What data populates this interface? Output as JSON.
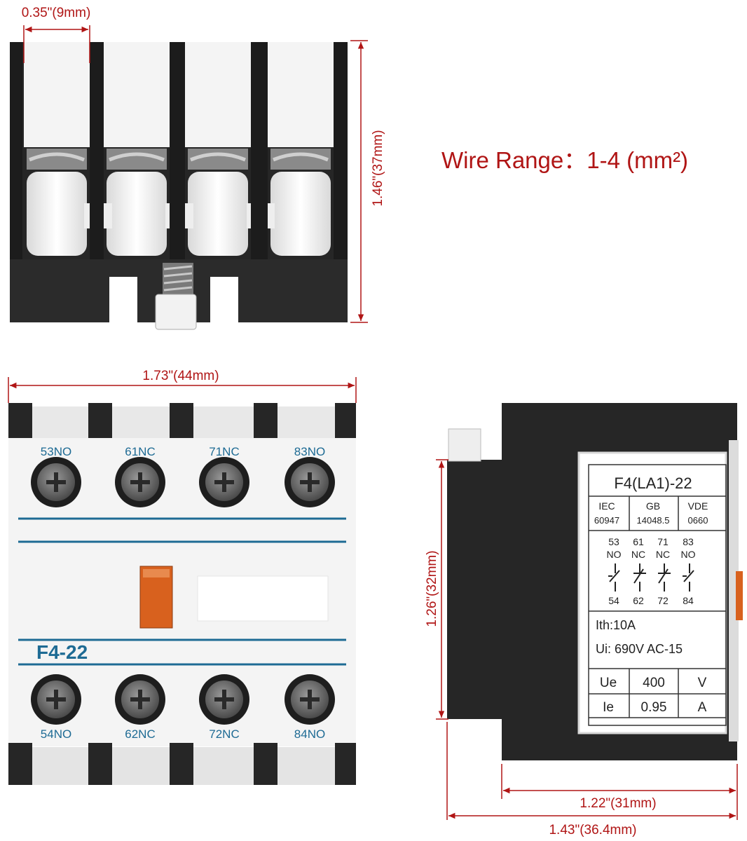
{
  "colors": {
    "dimension": "#b01515",
    "title": "#b01515",
    "terminal_label": "#1e6b94",
    "body_black": "#262626",
    "body_white": "#f2f2f2",
    "indicator": "#d8611e"
  },
  "wire_range": "Wire Range：1-4 (mm²)",
  "top_view": {
    "width_dim": "0.35\"(9mm)",
    "height_dim": "1.46\"(37mm)"
  },
  "front_view": {
    "width_dim": "1.73\"(44mm)",
    "model": "F4-22",
    "top_terminals": [
      "53NO",
      "61NC",
      "71NC",
      "83NO"
    ],
    "bottom_terminals": [
      "54NO",
      "62NC",
      "72NC",
      "84NO"
    ]
  },
  "side_view": {
    "height_dim": "1.26\"(32mm)",
    "width_dim_inner": "1.22\"(31mm)",
    "width_dim_outer": "1.43\"(36.4mm)",
    "nameplate": {
      "model": "F4(LA1)-22",
      "standards": [
        {
          "name": "IEC",
          "code": "60947"
        },
        {
          "name": "GB",
          "code": "14048.5"
        },
        {
          "name": "VDE",
          "code": "0660"
        }
      ],
      "contacts": [
        {
          "top": "53",
          "type": "NO",
          "bottom": "54"
        },
        {
          "top": "61",
          "type": "NC",
          "bottom": "62"
        },
        {
          "top": "71",
          "type": "NC",
          "bottom": "72"
        },
        {
          "top": "83",
          "type": "NO",
          "bottom": "84"
        }
      ],
      "ith": "Ith:10A",
      "ui": "Ui:  690V  AC-15",
      "ratings": [
        {
          "label": "Ue",
          "value": "400",
          "unit": "V"
        },
        {
          "label": "Ie",
          "value": "0.95",
          "unit": "A"
        }
      ]
    }
  }
}
